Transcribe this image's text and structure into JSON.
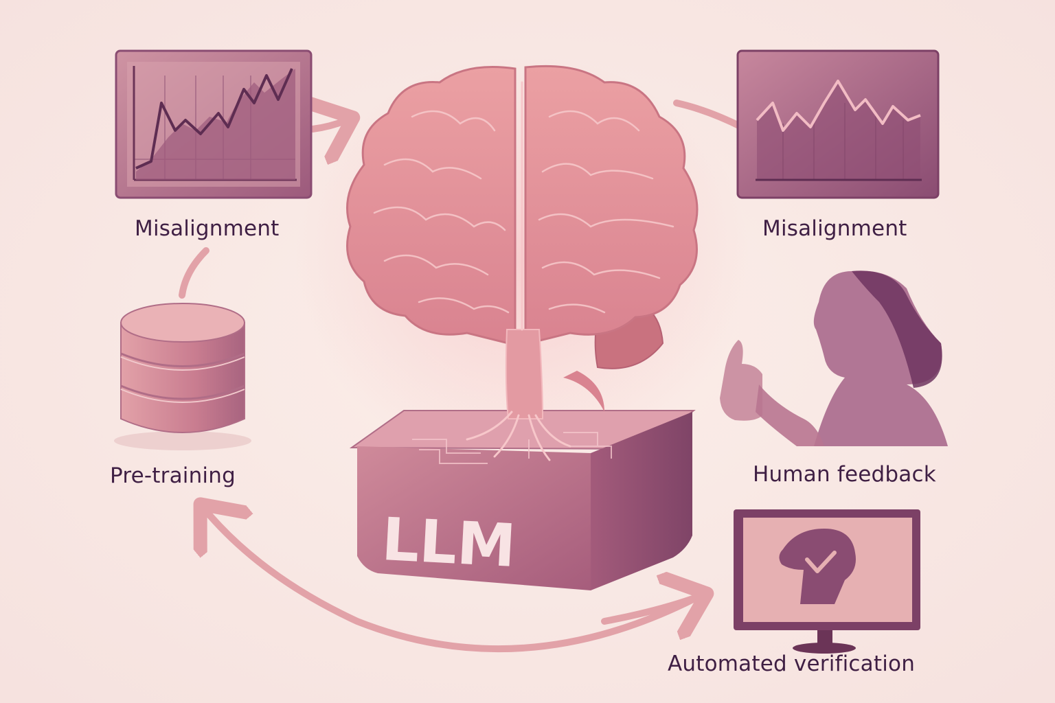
{
  "labels": {
    "misalignment_left": "Misalignment",
    "misalignment_right": "Misalignment",
    "pre_training": "Pre-training",
    "human_feedback": "Human feedback",
    "automated_verification": "Automated verification"
  },
  "center": {
    "llm_label": "LLM"
  },
  "icons": {
    "left_chart": "line-chart-icon",
    "right_chart": "line-chart-icon",
    "database": "database-icon",
    "brain": "brain-icon",
    "person": "person-thumbs-up-icon",
    "monitor": "monitor-checkmark-icon"
  },
  "colors": {
    "background": "#f9e9e6",
    "label_text": "#3f1f44",
    "panel": "#b9778f",
    "panel_dark": "#8a4c72",
    "brain": "#e79a9f",
    "arrow": "#e2a2a8",
    "llm_text": "#f8e3e4"
  }
}
